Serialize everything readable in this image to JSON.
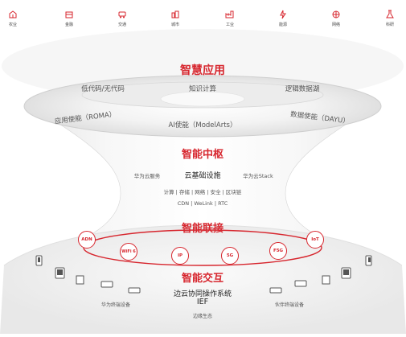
{
  "industries": [
    {
      "label": "农业",
      "icon": "farm-icon"
    },
    {
      "label": "金融",
      "icon": "finance-icon"
    },
    {
      "label": "交通",
      "icon": "transport-icon"
    },
    {
      "label": "城市",
      "icon": "city-icon"
    },
    {
      "label": "工业",
      "icon": "factory-icon"
    },
    {
      "label": "能源",
      "icon": "energy-icon"
    },
    {
      "label": "网络",
      "icon": "network-icon"
    },
    {
      "label": "科研",
      "icon": "research-icon"
    }
  ],
  "layers": {
    "smart_app": {
      "title": "智慧应用",
      "items": [
        "低代码/无代码",
        "知识计算",
        "逻辑数据湖"
      ],
      "enablers": [
        "应用使能（ROMA）",
        "AI使能（ModelArts）",
        "数据使能（DAYU）"
      ]
    },
    "hub": {
      "title": "智能中枢",
      "infra": "云基础设施",
      "left": "华为云服务",
      "right": "华为云Stack",
      "line1": "计算 | 存储 | 网络 | 安全 | 区块链",
      "line2": "CDN | WeLink | RTC"
    },
    "connect": {
      "title": "智能联接",
      "nodes": [
        "ADN",
        "WiFi 6",
        "IP",
        "5G",
        "F5G",
        "IoT"
      ]
    },
    "interact": {
      "title": "智能交互",
      "system": "边云协同操作系统",
      "ief": "IEF",
      "left_caption": "华为终端设备",
      "right_caption": "伙伴终端设备",
      "edge_caption": "边缘生态"
    }
  },
  "colors": {
    "accent": "#d7262e",
    "text": "#333333",
    "shape": "#e9e9e9"
  }
}
